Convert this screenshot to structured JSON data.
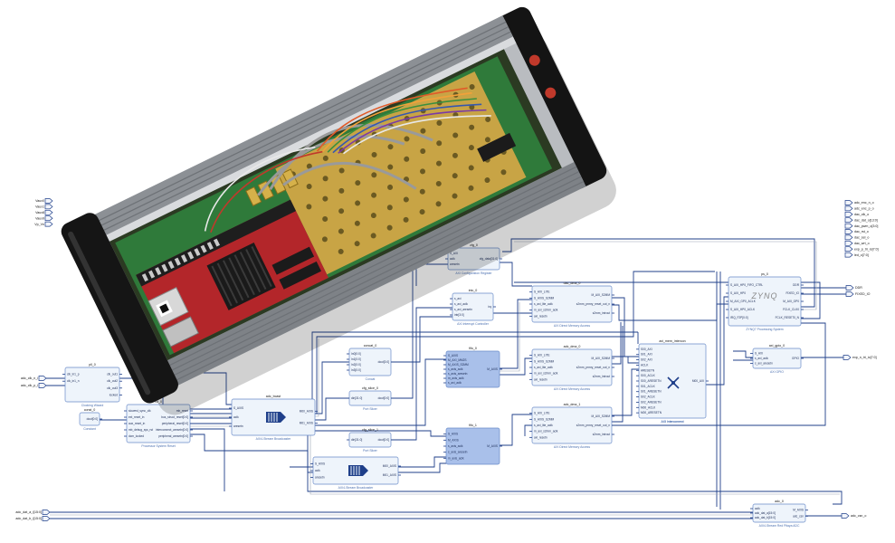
{
  "diagram": {
    "left_ports": [
      "Vaux0",
      "Vaux1",
      "Vaux8",
      "Vaux9",
      "Vp_Vn"
    ],
    "right_ports": [
      "adc_enc_n_o",
      "adc_enc_p_o",
      "dac_clk_o",
      "dac_dat_o[13:0]",
      "dac_pwm_o[3:0]",
      "dac_rst_o",
      "dac_sel_o",
      "dac_wrt_o",
      "exp_p_tri_io[7:0]",
      "led_o[7:0]"
    ],
    "ps_outputs": [
      "DDR",
      "FIXED_IO"
    ],
    "gpio_output": "exp_n_tri_io[7:0]",
    "bottom_inputs": [
      "adc_dat_a_i[15:0]",
      "adc_dat_b_i[15:0]"
    ],
    "bottom_output": "adc_csn_o",
    "clk_inputs": [
      "adc_clk_n_i",
      "adc_clk_p_i"
    ],
    "blocks": {
      "pll": {
        "name": "pll_0",
        "caption": "Clocking Wizard",
        "ports": [
          "clk_in1_p",
          "clk_in1_n",
          "clk_out1",
          "clk_out2",
          "clk_out3",
          "locked"
        ]
      },
      "const": {
        "name": "const_0",
        "caption": "Constant",
        "ports": [
          "dout[0:0]"
        ]
      },
      "rst": {
        "name": "rst_0",
        "caption": "Processor System Reset",
        "ports": [
          "slowest_sync_clk",
          "ext_reset_in",
          "aux_reset_in",
          "mb_debug_sys_rst",
          "dcm_locked",
          "mb_reset",
          "bus_struct_reset[0:0]",
          "peripheral_reset[0:0]",
          "interconnect_aresetn[0:0]",
          "peripheral_aresetn[0:0]"
        ]
      },
      "bcast0": {
        "name": "adc_bcast",
        "caption": "AXI4-Stream Broadcaster",
        "ports": [
          "S_AXIS",
          "aclk",
          "aresetn",
          "M00_AXIS",
          "M01_AXIS"
        ]
      },
      "bcast1": {
        "name": "",
        "caption": "AXI4-Stream Broadcaster",
        "ports": [
          "S_AXIS",
          "aclk",
          "aresetn",
          "M00_AXIS",
          "M01_AXIS"
        ]
      },
      "concat": {
        "name": "concat_0",
        "caption": "Concat",
        "ports": [
          "In0[0:0]",
          "In1[0:0]",
          "In2[0:0]",
          "In3[0:0]",
          "dout[3:0]"
        ]
      },
      "slice0": {
        "name": "cfg_slice_0",
        "caption": "Port Slicer",
        "ports": [
          "din[31:0]",
          "dout[0:0]"
        ]
      },
      "slice1": {
        "name": "cfg_slice_1",
        "caption": "Port Slicer",
        "ports": [
          "din[31:0]",
          "dout[0:0]"
        ]
      },
      "cfg": {
        "name": "cfg_0",
        "caption": "AXI Configuration Register",
        "ports": [
          "S_AXI",
          "aclk",
          "aresetn",
          "cfg_data[31:0]"
        ]
      },
      "intc": {
        "name": "intc_0",
        "caption": "AXI Interrupt Controller",
        "ports": [
          "s_axi",
          "s_axi_aclk",
          "s_axi_aresetn",
          "intr[3:0]",
          "irq"
        ]
      },
      "fifo0": {
        "name": "fifo_0",
        "caption": "",
        "ports": [
          "S_AXIS",
          "M_AXI_MM2S",
          "M_AXIS_S2MM",
          "s_axis_aclk",
          "s_axis_aresetn",
          "m_axis_aclk",
          "s_axi_aclk",
          "M_AXIS"
        ]
      },
      "fifo1": {
        "name": "fifo_1",
        "caption": "",
        "ports": [
          "S_AXIS",
          "M_AXIS",
          "s_axis_aclk",
          "s_axis_aresetn",
          "m_axis_aclk",
          "M_AXIS"
        ]
      },
      "dma0": {
        "name": "dac_dma_0",
        "caption": "AXI Direct Memory Access",
        "ports": [
          "S_AXI_LITE",
          "S_AXIS_S2MM",
          "s_axi_lite_aclk",
          "m_axi_s2mm_aclk",
          "axi_resetn",
          "M_AXI_S2MM",
          "s2mm_prmry_reset_out_n",
          "s2mm_introut"
        ]
      },
      "dma1": {
        "name": "adc_dma_0",
        "caption": "AXI Direct Memory Access",
        "ports": [
          "S_AXI_LITE",
          "S_AXIS_S2MM",
          "s_axi_lite_aclk",
          "m_axi_s2mm_aclk",
          "axi_resetn",
          "M_AXI_S2MM",
          "s2mm_prmry_reset_out_n",
          "s2mm_introut"
        ]
      },
      "dma2": {
        "name": "adc_dma_1",
        "caption": "AXI Direct Memory Access",
        "ports": [
          "S_AXI_LITE",
          "S_AXIS_S2MM",
          "s_axi_lite_aclk",
          "m_axi_s2mm_aclk",
          "axi_resetn",
          "M_AXI_S2MM",
          "s2mm_prmry_reset_out_n",
          "s2mm_introut"
        ]
      },
      "inter": {
        "name": "axi_mem_intercon",
        "caption": "AXI Interconnect",
        "ports": [
          "S00_AXI",
          "S01_AXI",
          "S02_AXI",
          "ACLK",
          "ARESETN",
          "S00_ACLK",
          "S00_ARESETN",
          "S01_ACLK",
          "S01_ARESETN",
          "S02_ACLK",
          "S02_ARESETN",
          "M00_ACLK",
          "M00_ARESETN",
          "M00_AXI"
        ]
      },
      "ps": {
        "name": "ps_0",
        "caption": "ZYNQ7 Processing System",
        "logo": "ZYNQ",
        "ports": [
          "S_AXI_HP0_FIFO_CTRL",
          "S_AXI_HP0",
          "M_AXI_GP0_ACLK",
          "S_AXI_HP0_ACLK",
          "IRQ_F2P[0:0]",
          "DDR",
          "FIXED_IO",
          "M_AXI_GP0",
          "FCLK_CLK0",
          "FCLK_RESET0_N"
        ]
      },
      "gpio": {
        "name": "axi_gpio_0",
        "caption": "AXI GPIO",
        "ports": [
          "S_AXI",
          "s_axi_aclk",
          "s_axi_aresetn",
          "GPIO"
        ]
      },
      "adc": {
        "name": "adc_0",
        "caption": "AXI4-Stream Red Pitaya ADC",
        "ports": [
          "aclk",
          "adc_dat_a[15:0]",
          "adc_dat_b[15:0]",
          "M_AXIS",
          "adc_csn"
        ]
      },
      "xcon": {
        "caption": "AXI Interconnect"
      }
    }
  },
  "photo": {
    "label": ""
  }
}
